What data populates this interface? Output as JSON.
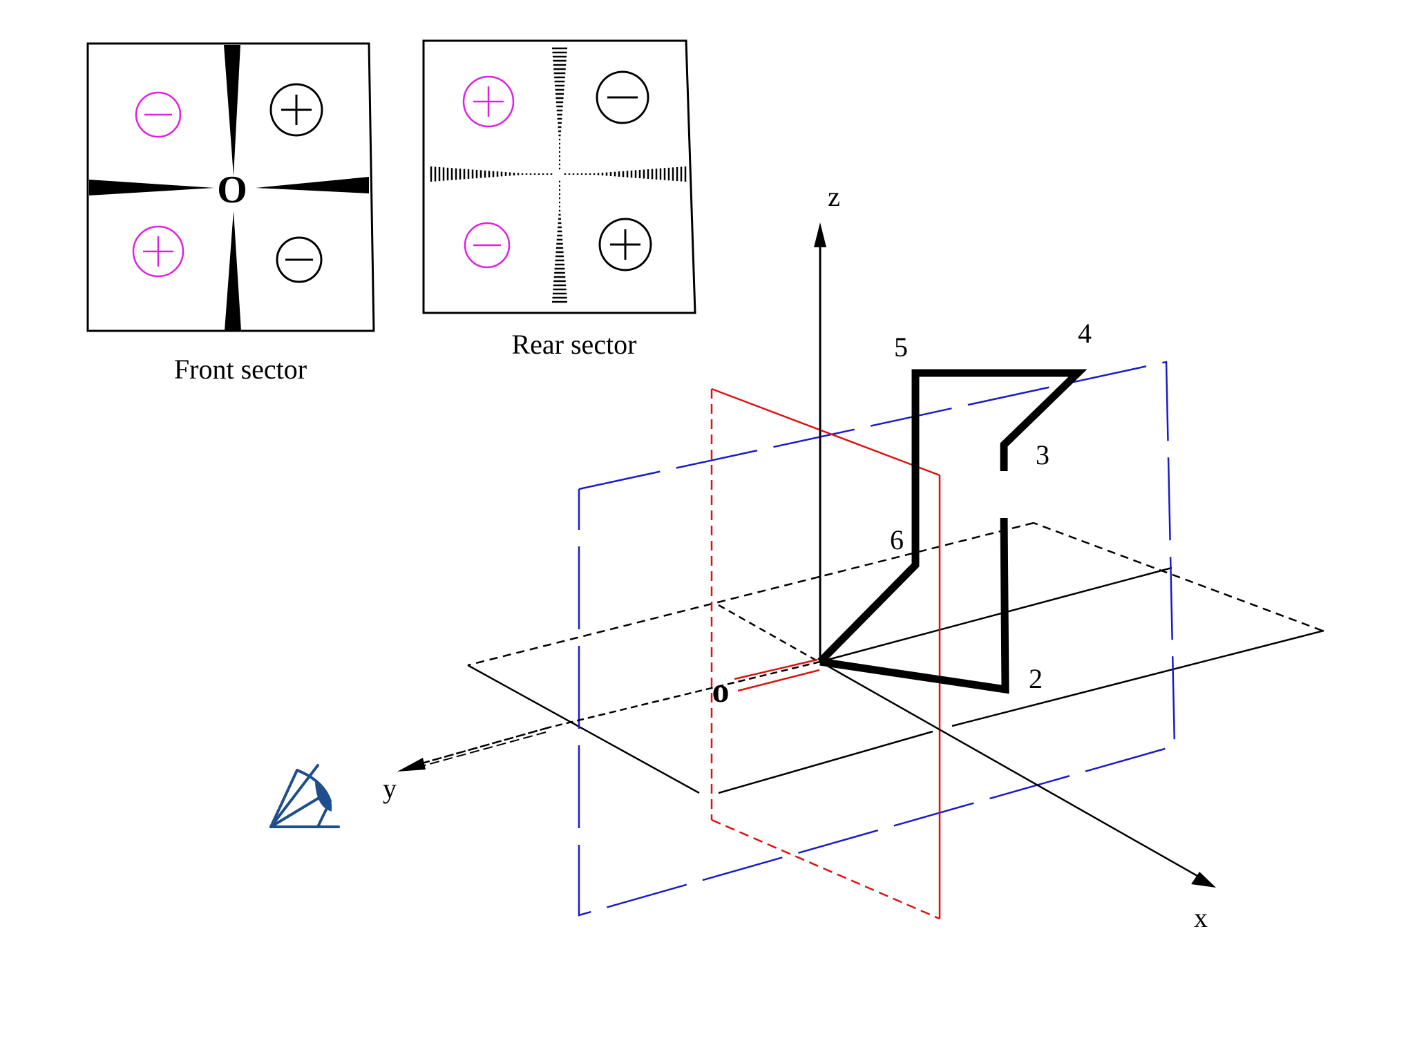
{
  "front_sector": {
    "caption": "Front sector",
    "origin_label": "O",
    "quadrants": [
      {
        "position": "upper-left",
        "sign": "minus",
        "color": "#e020e0"
      },
      {
        "position": "upper-right",
        "sign": "plus",
        "color": "#000000"
      },
      {
        "position": "lower-left",
        "sign": "plus",
        "color": "#e020e0"
      },
      {
        "position": "lower-right",
        "sign": "minus",
        "color": "#000000"
      }
    ]
  },
  "rear_sector": {
    "caption": "Rear sector",
    "quadrants": [
      {
        "position": "upper-left",
        "sign": "plus",
        "color": "#e020e0"
      },
      {
        "position": "upper-right",
        "sign": "minus",
        "color": "#000000"
      },
      {
        "position": "lower-left",
        "sign": "minus",
        "color": "#e020e0"
      },
      {
        "position": "lower-right",
        "sign": "plus",
        "color": "#000000"
      }
    ]
  },
  "axes": {
    "x_label": "x",
    "y_label": "y",
    "z_label": "z",
    "origin_label": "o"
  },
  "path_points": {
    "p2": "2",
    "p3": "3",
    "p4": "4",
    "p5": "5",
    "p6": "6"
  },
  "colors": {
    "blue_plane": "#1a1acc",
    "red_plane": "#dd1111",
    "magenta_sign": "#e020e0",
    "eye_icon": "#1f4e8c"
  },
  "icons": {
    "eye": "eye-viewpoint-icon"
  }
}
